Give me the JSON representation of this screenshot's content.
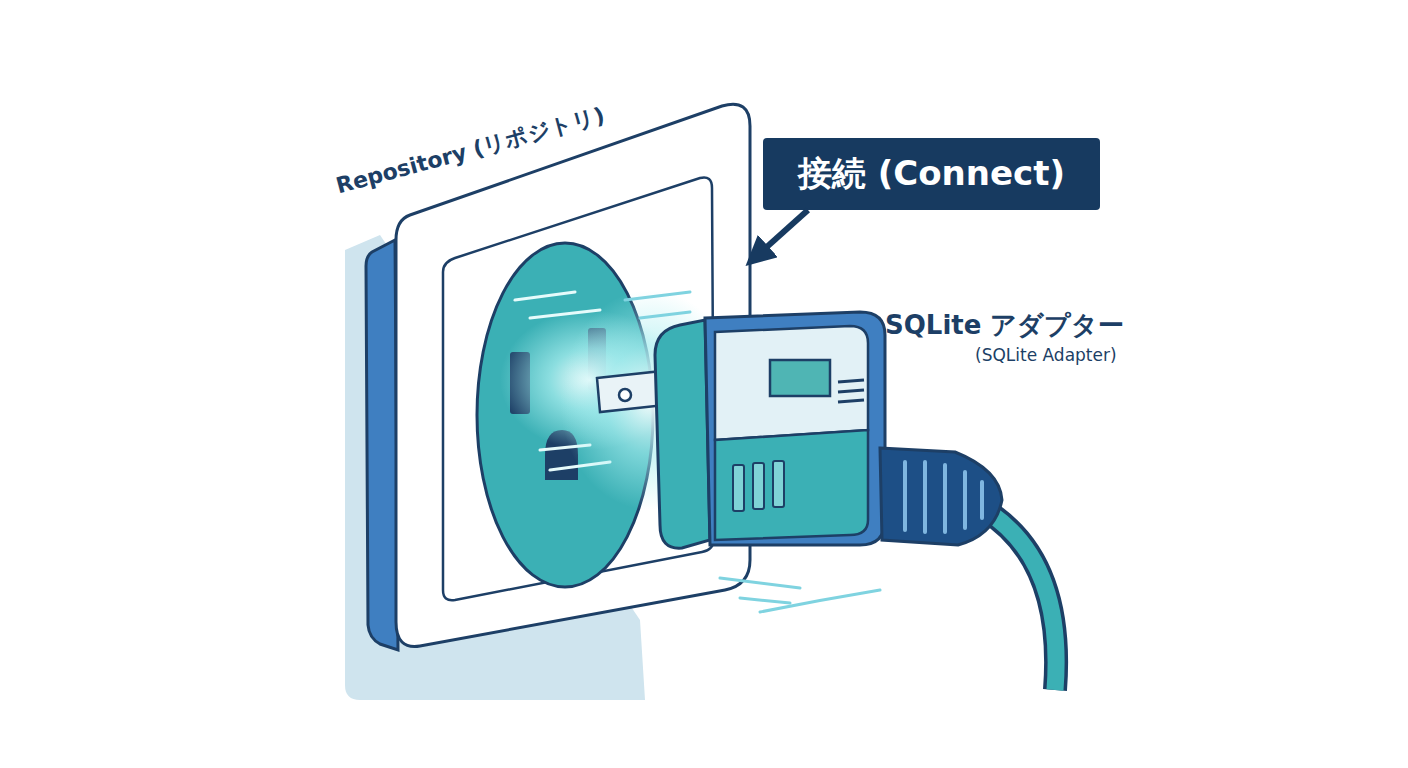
{
  "diagram": {
    "nodes": [
      {
        "text": [
          "Repository (リポジトリ)"
        ]
      },
      {
        "text": [
          "接続 (Connect)"
        ]
      },
      {
        "text": [
          "SQLite アダプター",
          "(SQLite Adapter)"
        ]
      }
    ],
    "edges": [
      {
        "from": 1,
        "to": 0,
        "arrow": "to"
      }
    ]
  }
}
